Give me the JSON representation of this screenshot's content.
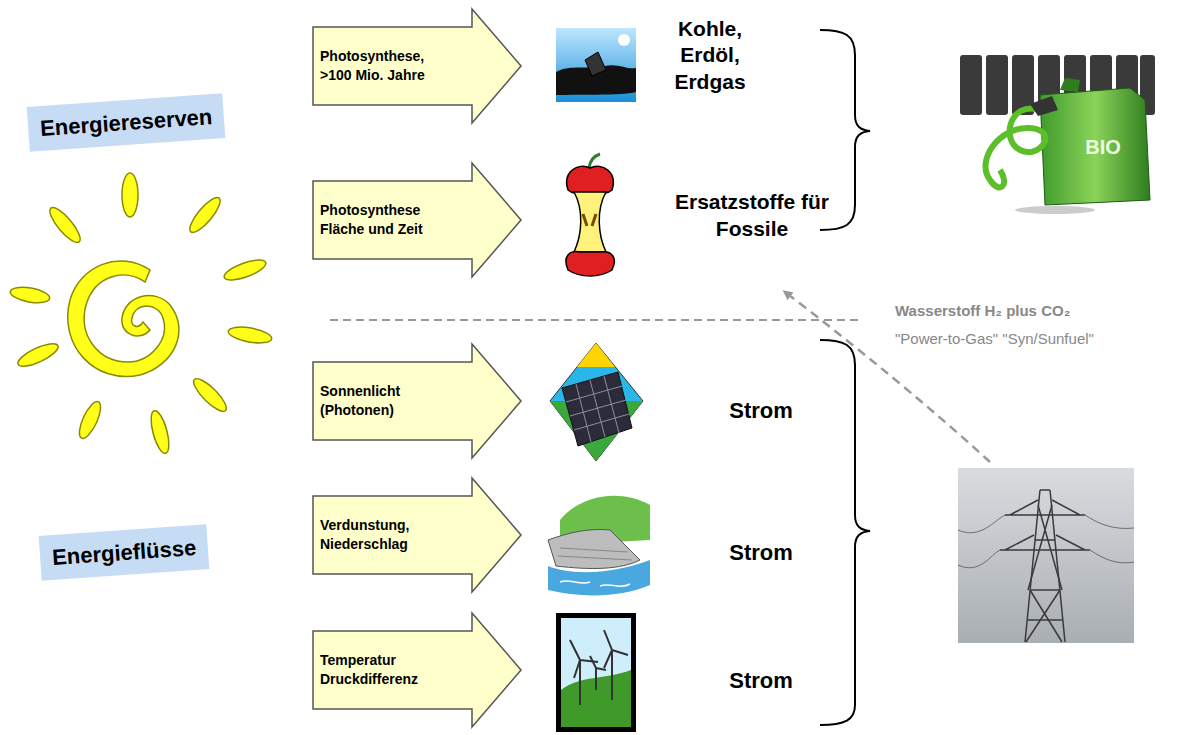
{
  "diagram": {
    "nodes": [
      {
        "text": [
          "Energiereserven"
        ]
      },
      {
        "text": [
          "Photosynthese, >100 Mio. Jahre"
        ]
      },
      {
        "text": [
          "Photosynthese Fläche und Zeit"
        ]
      },
      {
        "text": [
          "Energieflüsse"
        ]
      },
      {
        "text": [
          "Sonnenlicht (Photonen)"
        ]
      },
      {
        "text": [
          "Verdunstung, Niederschlag"
        ]
      },
      {
        "text": [
          "Temperatur Druckdifferenz"
        ]
      }
    ],
    "labels": [
      "Kohle, Erdöl, Erdgas",
      "Ersatzstoffe für Fossile",
      "Wasserstoff H₂ plus CO₂",
      "\"Power-to-Gas\" \"Syn/Sunfuel\"",
      "Strom",
      "Strom",
      "Strom",
      "BIO"
    ]
  }
}
